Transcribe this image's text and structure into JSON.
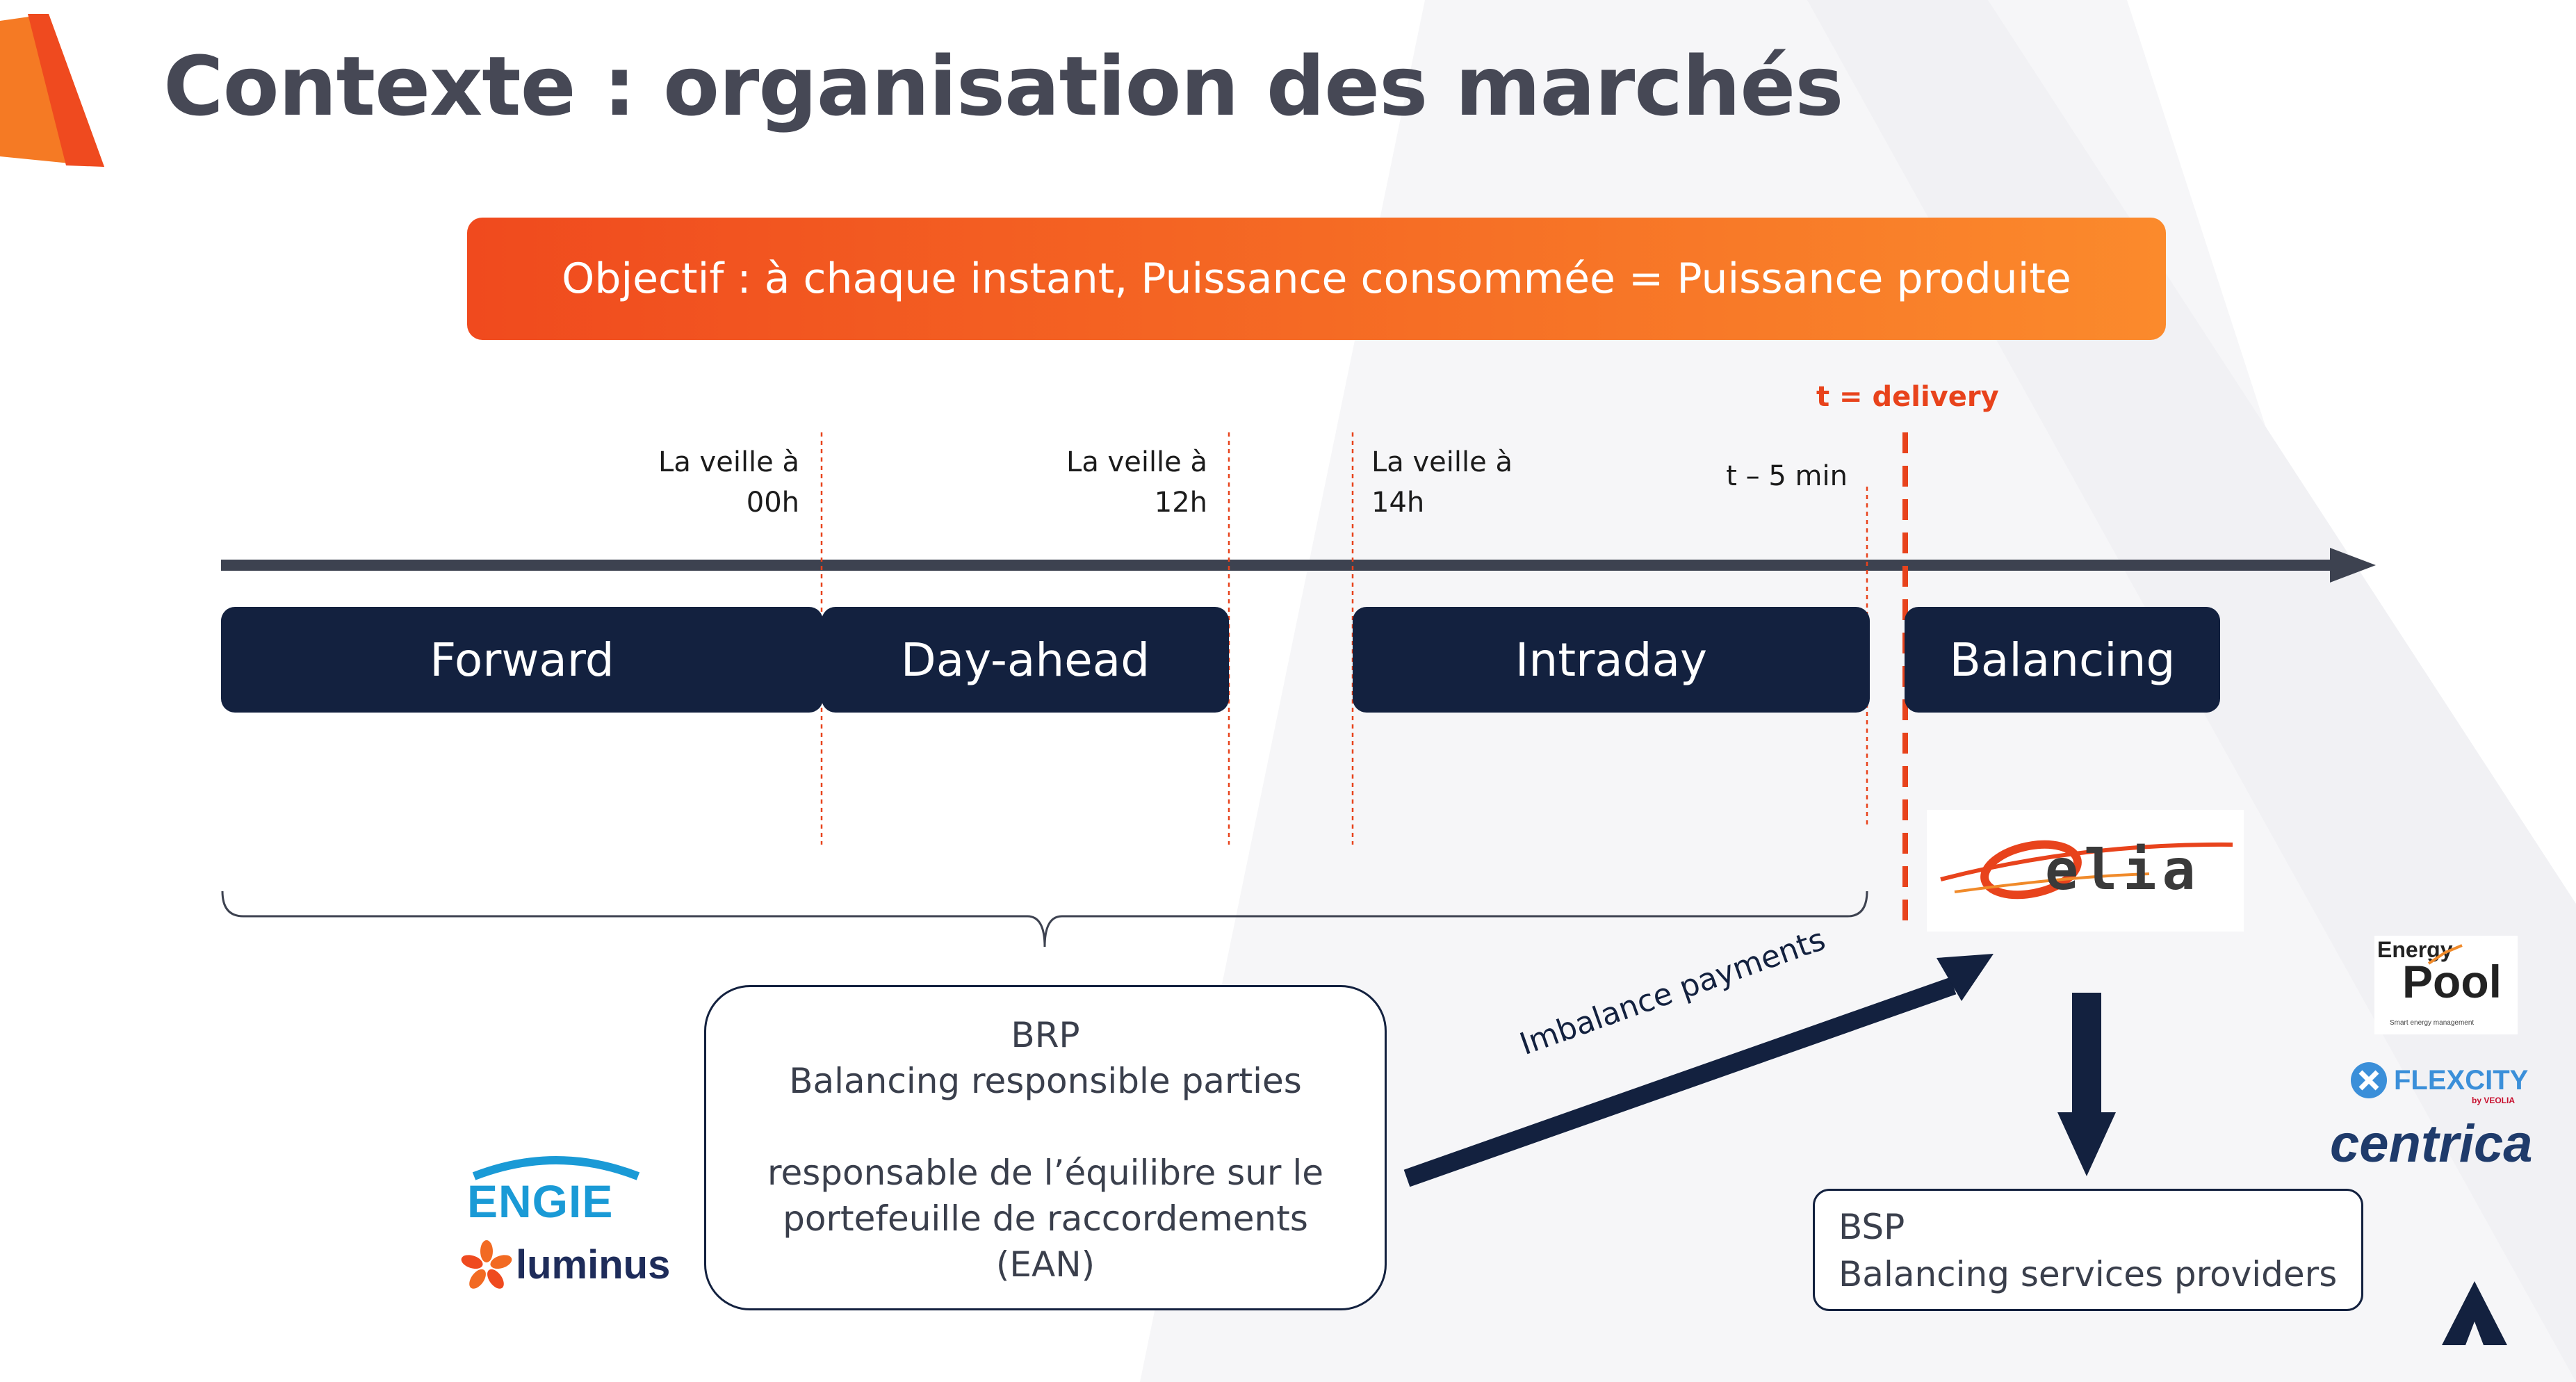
{
  "title": "Contexte : organisation des marchés",
  "objective": "Objectif : à chaque instant, Puissance consommée = Puissance produite",
  "timeline": {
    "markers": [
      {
        "line1": "La veille à",
        "line2": "00h"
      },
      {
        "line1": "La veille à",
        "line2": "12h"
      },
      {
        "line1": "La veille à",
        "line2": "14h"
      },
      {
        "line1": "t – 5 min",
        "line2": ""
      }
    ],
    "delivery": "t = delivery",
    "phases": [
      "Forward",
      "Day-ahead",
      "Intraday",
      "Balancing"
    ]
  },
  "brp": {
    "abbr": "BRP",
    "name": "Balancing responsible parties",
    "desc_lines": [
      "responsable de l’équilibre sur le",
      "portefeuille de raccordements",
      "(EAN)"
    ]
  },
  "bsp": {
    "abbr": "BSP",
    "name": "Balancing services providers"
  },
  "arrow_label": "Imbalance payments",
  "logos": {
    "elia": "elia",
    "engie": "ENGIE",
    "luminus": "luminus",
    "energypool_top": "Energy",
    "energypool_main": "Pool",
    "energypool_tag": "Smart energy management",
    "flexcity": "FLEXCITY",
    "flexcity_by": "by VEOLIA",
    "centrica": "centrica"
  },
  "colors": {
    "navy": "#13213f",
    "orange": "#f56a24",
    "red_accent": "#e8431c",
    "title_gray": "#464855"
  }
}
